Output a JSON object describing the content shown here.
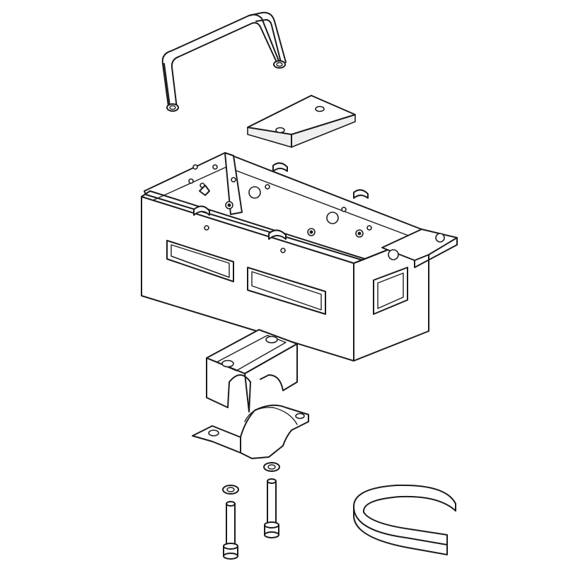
{
  "figure": {
    "kind": "exploded assembly line drawing",
    "background": "#ffffff",
    "line_color": "#1a1a1a"
  },
  "parts": [
    {
      "id": "u-handle",
      "icon": "u-handle-icon"
    },
    {
      "id": "cover-plate",
      "icon": "plate-icon",
      "holes": 2
    },
    {
      "id": "mounting-box",
      "icon": "box-icon",
      "windows": 3
    },
    {
      "id": "upper-clamp-saddle",
      "icon": "saddle-icon",
      "holes": 2
    },
    {
      "id": "lower-clamp-strap",
      "icon": "strap-icon",
      "holes": 2
    },
    {
      "id": "washer",
      "icon": "washer-icon",
      "count": 2
    },
    {
      "id": "socket-cap-bolt",
      "icon": "bolt-icon",
      "count": 2
    },
    {
      "id": "strap-band",
      "icon": "band-icon"
    }
  ]
}
